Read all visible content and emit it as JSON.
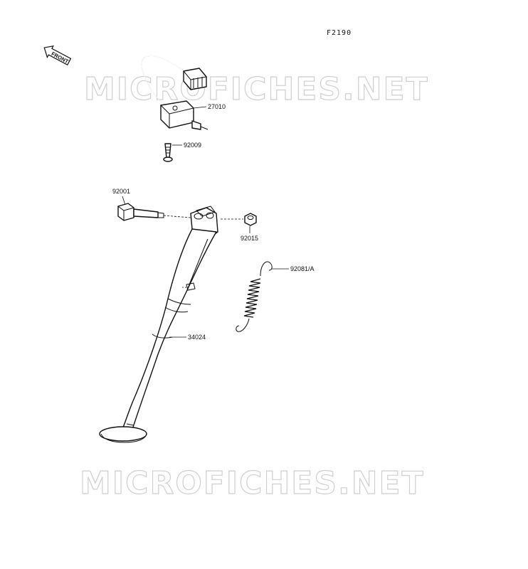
{
  "figure_code": "F2190",
  "front_label": "FRONT",
  "watermark_top": "MICROFICHES.NET",
  "watermark_bottom": "MICROFICHES.NET",
  "parts": [
    {
      "id": "27010"
    },
    {
      "id": "92009"
    },
    {
      "id": "92001"
    },
    {
      "id": "92015"
    },
    {
      "id": "92081/A"
    },
    {
      "id": "34024"
    }
  ]
}
